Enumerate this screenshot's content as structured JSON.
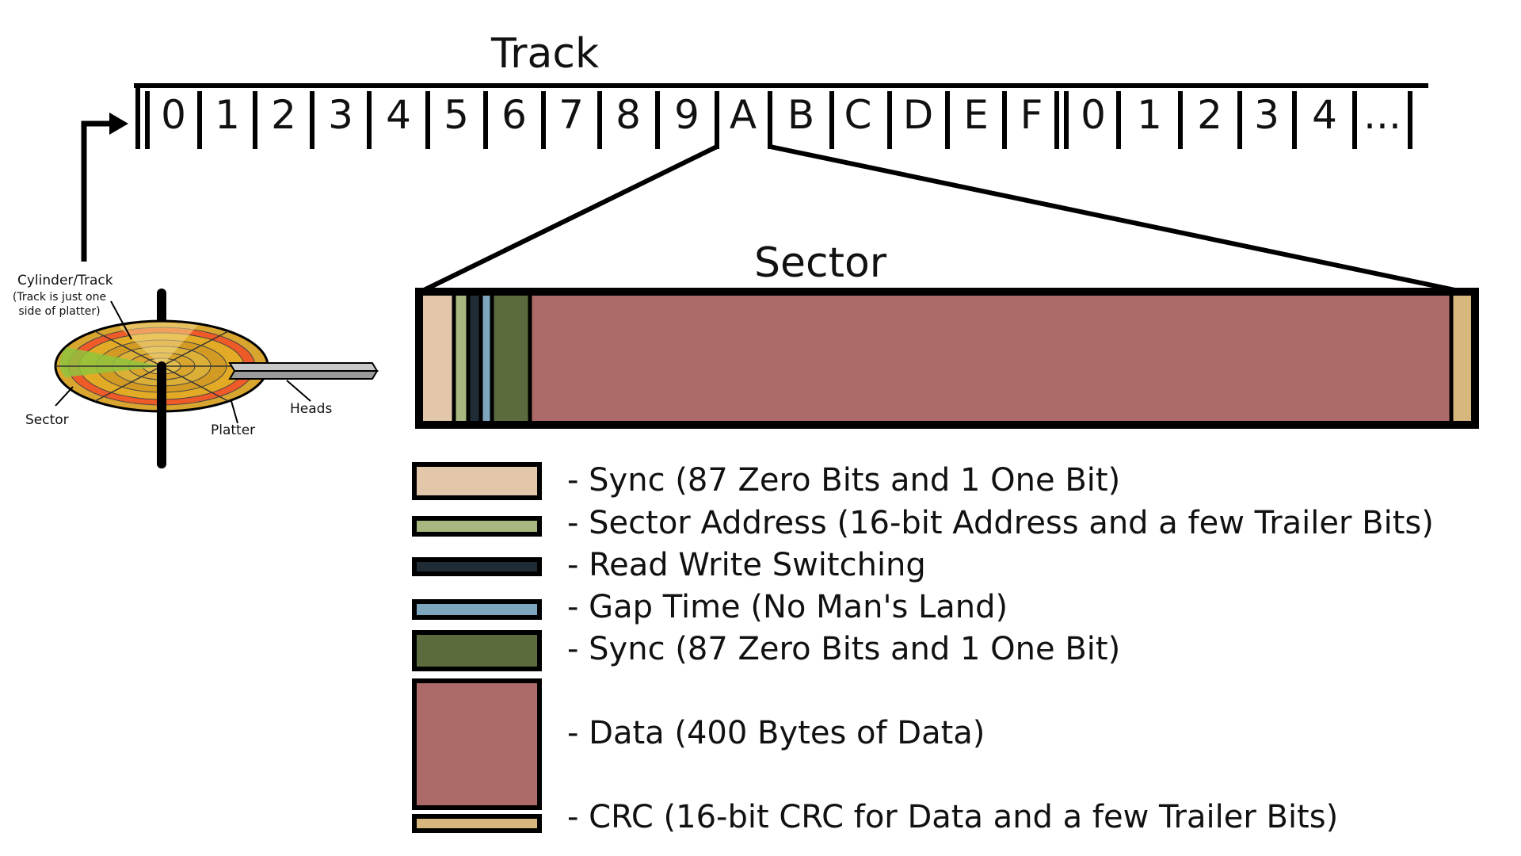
{
  "track": {
    "title": "Track",
    "cells": [
      "0",
      "1",
      "2",
      "3",
      "4",
      "5",
      "6",
      "7",
      "8",
      "9",
      "A",
      "B",
      "C",
      "D",
      "E",
      "F",
      "0",
      "1",
      "2",
      "3",
      "4",
      "..."
    ]
  },
  "sector": {
    "title": "Sector"
  },
  "platter": {
    "cylinder_label": "Cylinder/Track",
    "cylinder_note_line1": "(Track is just one",
    "cylinder_note_line2": "side of platter)",
    "heads_label": "Heads",
    "sector_label": "Sector",
    "platter_label": "Platter"
  },
  "legend": [
    {
      "color": "#e2c7ab",
      "text": "- Sync (87 Zero Bits and 1 One Bit)"
    },
    {
      "color": "#a7b77f",
      "text": "- Sector Address (16-bit Address and a few Trailer Bits)"
    },
    {
      "color": "#1f2c36",
      "text": "- Read Write Switching"
    },
    {
      "color": "#7da5bd",
      "text": "- Gap Time (No Man's Land)"
    },
    {
      "color": "#5b6b3e",
      "text": "- Sync (87 Zero Bits and 1 One Bit)"
    },
    {
      "color": "#ac6b68",
      "text": "- Data (400 Bytes of Data)"
    },
    {
      "color": "#d8b77f",
      "text": "- CRC (16-bit CRC for Data and a few Trailer Bits)"
    }
  ]
}
